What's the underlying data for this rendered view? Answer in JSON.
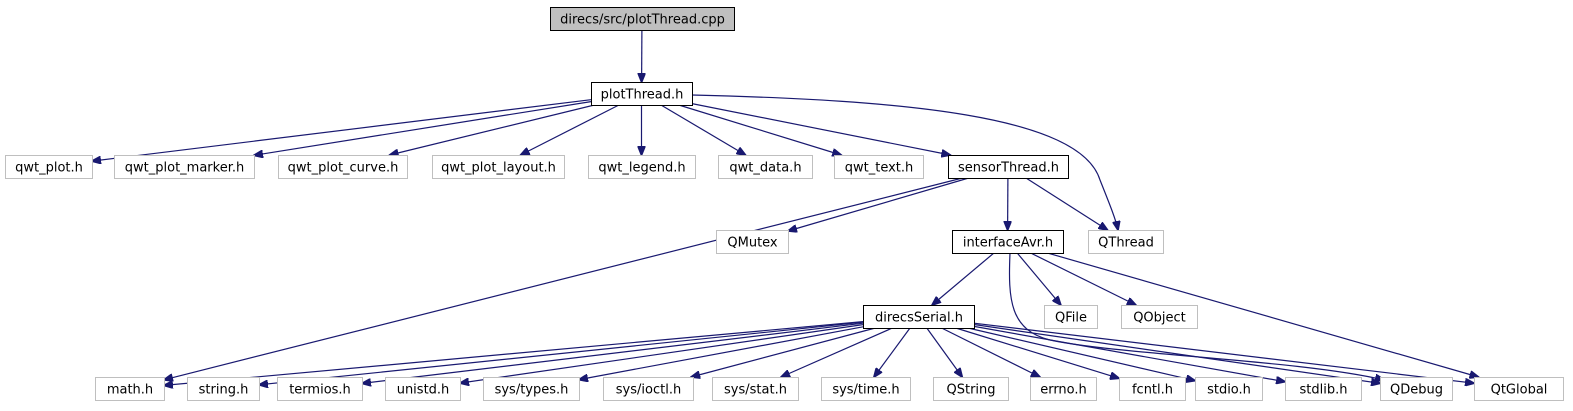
{
  "diagram": {
    "type": "include-dependency-graph",
    "colors": {
      "edge": "#191970",
      "root_fill": "#bfbfbf",
      "root_border": "#000000",
      "documented_border": "#000000",
      "external_border": "#bfbfbf",
      "node_fill": "#ffffff",
      "external_text": "#000000"
    },
    "nodes": [
      {
        "id": "root",
        "label": "direcs/src/plotThread.cpp",
        "kind": "root"
      },
      {
        "id": "plotThread",
        "label": "plotThread.h",
        "kind": "documented"
      },
      {
        "id": "qwt_plot",
        "label": "qwt_plot.h",
        "kind": "external"
      },
      {
        "id": "qwt_plot_marker",
        "label": "qwt_plot_marker.h",
        "kind": "external"
      },
      {
        "id": "qwt_plot_curve",
        "label": "qwt_plot_curve.h",
        "kind": "external"
      },
      {
        "id": "qwt_plot_layout",
        "label": "qwt_plot_layout.h",
        "kind": "external"
      },
      {
        "id": "qwt_legend",
        "label": "qwt_legend.h",
        "kind": "external"
      },
      {
        "id": "qwt_data",
        "label": "qwt_data.h",
        "kind": "external"
      },
      {
        "id": "qwt_text",
        "label": "qwt_text.h",
        "kind": "external"
      },
      {
        "id": "sensorThread",
        "label": "sensorThread.h",
        "kind": "documented"
      },
      {
        "id": "QThread",
        "label": "QThread",
        "kind": "external"
      },
      {
        "id": "QMutex",
        "label": "QMutex",
        "kind": "external"
      },
      {
        "id": "interfaceAvr",
        "label": "interfaceAvr.h",
        "kind": "documented"
      },
      {
        "id": "direcsSerial",
        "label": "direcsSerial.h",
        "kind": "documented"
      },
      {
        "id": "QFile",
        "label": "QFile",
        "kind": "external"
      },
      {
        "id": "QObject",
        "label": "QObject",
        "kind": "external"
      },
      {
        "id": "math",
        "label": "math.h",
        "kind": "external"
      },
      {
        "id": "string",
        "label": "string.h",
        "kind": "external"
      },
      {
        "id": "termios",
        "label": "termios.h",
        "kind": "external"
      },
      {
        "id": "unistd",
        "label": "unistd.h",
        "kind": "external"
      },
      {
        "id": "sys_types",
        "label": "sys/types.h",
        "kind": "external"
      },
      {
        "id": "sys_ioctl",
        "label": "sys/ioctl.h",
        "kind": "external"
      },
      {
        "id": "sys_stat",
        "label": "sys/stat.h",
        "kind": "external"
      },
      {
        "id": "sys_time",
        "label": "sys/time.h",
        "kind": "external"
      },
      {
        "id": "QString",
        "label": "QString",
        "kind": "external"
      },
      {
        "id": "errno",
        "label": "errno.h",
        "kind": "external"
      },
      {
        "id": "fcntl",
        "label": "fcntl.h",
        "kind": "external"
      },
      {
        "id": "stdio",
        "label": "stdio.h",
        "kind": "external"
      },
      {
        "id": "stdlib",
        "label": "stdlib.h",
        "kind": "external"
      },
      {
        "id": "QDebug",
        "label": "QDebug",
        "kind": "external"
      },
      {
        "id": "QtGlobal",
        "label": "QtGlobal",
        "kind": "external"
      }
    ],
    "edges": [
      {
        "from": "root",
        "to": "plotThread"
      },
      {
        "from": "plotThread",
        "to": "qwt_plot"
      },
      {
        "from": "plotThread",
        "to": "qwt_plot_marker"
      },
      {
        "from": "plotThread",
        "to": "qwt_plot_curve"
      },
      {
        "from": "plotThread",
        "to": "qwt_plot_layout"
      },
      {
        "from": "plotThread",
        "to": "qwt_legend"
      },
      {
        "from": "plotThread",
        "to": "qwt_data"
      },
      {
        "from": "plotThread",
        "to": "qwt_text"
      },
      {
        "from": "plotThread",
        "to": "sensorThread"
      },
      {
        "from": "plotThread",
        "to": "QThread"
      },
      {
        "from": "sensorThread",
        "to": "QMutex"
      },
      {
        "from": "sensorThread",
        "to": "math"
      },
      {
        "from": "sensorThread",
        "to": "interfaceAvr"
      },
      {
        "from": "sensorThread",
        "to": "QThread"
      },
      {
        "from": "interfaceAvr",
        "to": "direcsSerial"
      },
      {
        "from": "interfaceAvr",
        "to": "QFile"
      },
      {
        "from": "interfaceAvr",
        "to": "QObject"
      },
      {
        "from": "interfaceAvr",
        "to": "QtGlobal"
      },
      {
        "from": "interfaceAvr",
        "to": "QDebug"
      },
      {
        "from": "direcsSerial",
        "to": "math"
      },
      {
        "from": "direcsSerial",
        "to": "string"
      },
      {
        "from": "direcsSerial",
        "to": "termios"
      },
      {
        "from": "direcsSerial",
        "to": "unistd"
      },
      {
        "from": "direcsSerial",
        "to": "sys_types"
      },
      {
        "from": "direcsSerial",
        "to": "sys_ioctl"
      },
      {
        "from": "direcsSerial",
        "to": "sys_stat"
      },
      {
        "from": "direcsSerial",
        "to": "sys_time"
      },
      {
        "from": "direcsSerial",
        "to": "QString"
      },
      {
        "from": "direcsSerial",
        "to": "errno"
      },
      {
        "from": "direcsSerial",
        "to": "fcntl"
      },
      {
        "from": "direcsSerial",
        "to": "stdio"
      },
      {
        "from": "direcsSerial",
        "to": "stdlib"
      },
      {
        "from": "direcsSerial",
        "to": "QDebug"
      },
      {
        "from": "direcsSerial",
        "to": "QtGlobal"
      }
    ]
  }
}
